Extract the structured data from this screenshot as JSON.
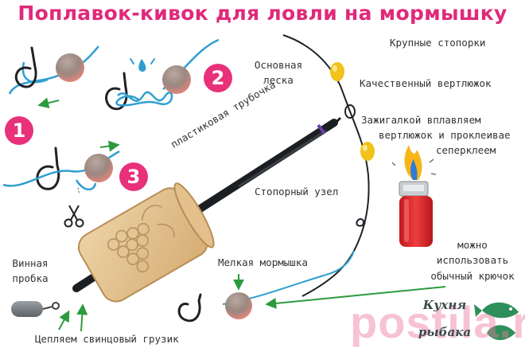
{
  "title": "Поплавок-кивок для ловли на мормышку",
  "steps": [
    "1",
    "2",
    "3"
  ],
  "labels": {
    "big_stoppers": "Крупные стопорки",
    "main_line_1": "Основная",
    "main_line_2": "леска",
    "swivel": "Качественный вертлюжок",
    "lighter_1": "Зажигалкой вплавляем",
    "lighter_2": "вертлюжок и проклеивае",
    "lighter_3": "сеперклеем",
    "tube": "пластиковая трубочка",
    "stop_knot": "Стопорный узел",
    "small_jig": "Мелкая мормышка",
    "wine_cork_1": "Винная",
    "wine_cork_2": "пробка",
    "hook_1": "можно",
    "hook_2": "использовать",
    "hook_3": "обычный крючок",
    "weight": "Цепляем свинцовый грузик"
  },
  "branding": {
    "line1": "Кухня",
    "line2": "рыбака",
    "watermark": "postila.ru"
  },
  "icons": [
    "hook-icon",
    "bead-icon",
    "scissors-icon",
    "water-drop-icon",
    "lighter-icon",
    "flame-icon",
    "wine-cork-icon",
    "lead-weight-icon",
    "swivel-icon",
    "fish-logo-icon"
  ],
  "colors": {
    "accent": "#e8317a",
    "line": "#2f9fd0",
    "arrow": "#2d9a3e",
    "stopper": "#f2c21a",
    "cork": "#e2c08e",
    "lighter": "#e4292d"
  }
}
